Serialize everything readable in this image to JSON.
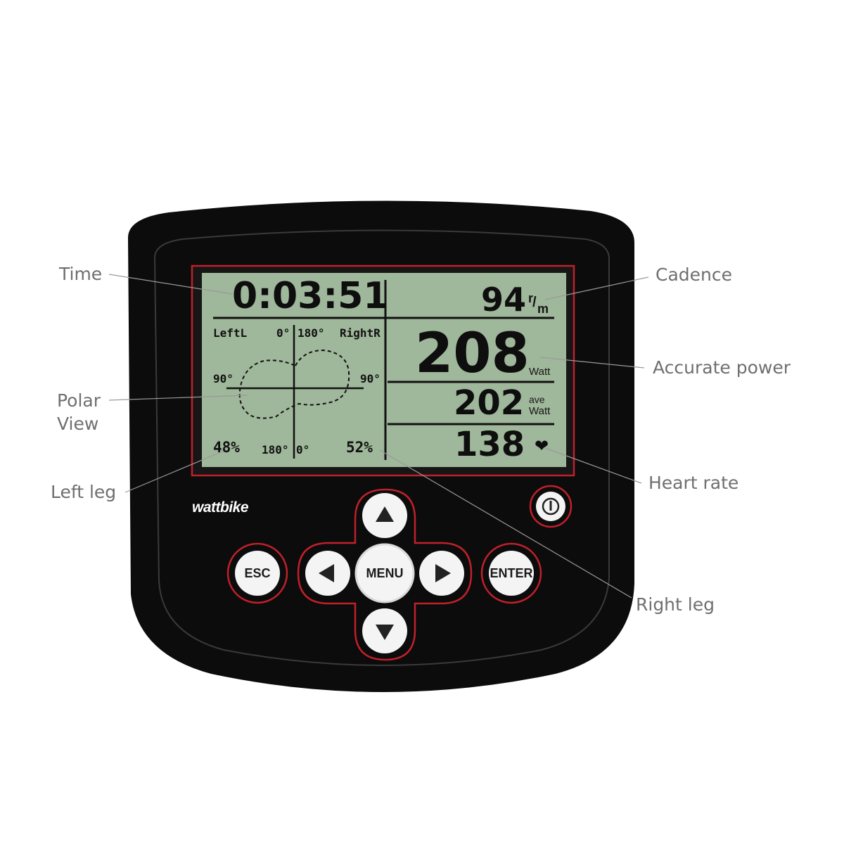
{
  "brand": "wattbike",
  "display": {
    "time": "0:03:51",
    "cadence": "94",
    "cadence_unit": {
      "r": "r",
      "m": "m"
    },
    "power": "208",
    "power_unit": "Watt",
    "avg_power": "202",
    "avg_unit_top": "ave",
    "avg_unit_bottom": "Watt",
    "heart_rate": "138",
    "heart_symbol": "❤",
    "polar": {
      "left_label": "LeftL",
      "right_label": "RightR",
      "top_left_deg": "0°",
      "top_right_deg": "180°",
      "left_side_deg": "90°",
      "right_side_deg": "90°",
      "bottom_left_deg": "180°",
      "bottom_right_deg": "0°",
      "left_pct": "48%",
      "right_pct": "52%"
    }
  },
  "buttons": {
    "esc": "ESC",
    "menu": "MENU",
    "enter": "ENTER",
    "up_icon": "up-arrow-icon",
    "down_icon": "down-arrow-icon",
    "left_icon": "left-arrow-icon",
    "right_icon": "right-arrow-icon",
    "power_icon": "power-icon"
  },
  "callouts": {
    "time": "Time",
    "cadence": "Cadence",
    "accurate_power": "Accurate power",
    "polar_line1": "Polar",
    "polar_line2": "View",
    "left_leg": "Left leg",
    "heart_rate": "Heart rate",
    "right_leg": "Right leg"
  },
  "colors": {
    "body": "#0c0c0c",
    "lcd": "#9fb79a",
    "accent_red": "#c0202a",
    "callout_text": "#6f6f6f"
  }
}
